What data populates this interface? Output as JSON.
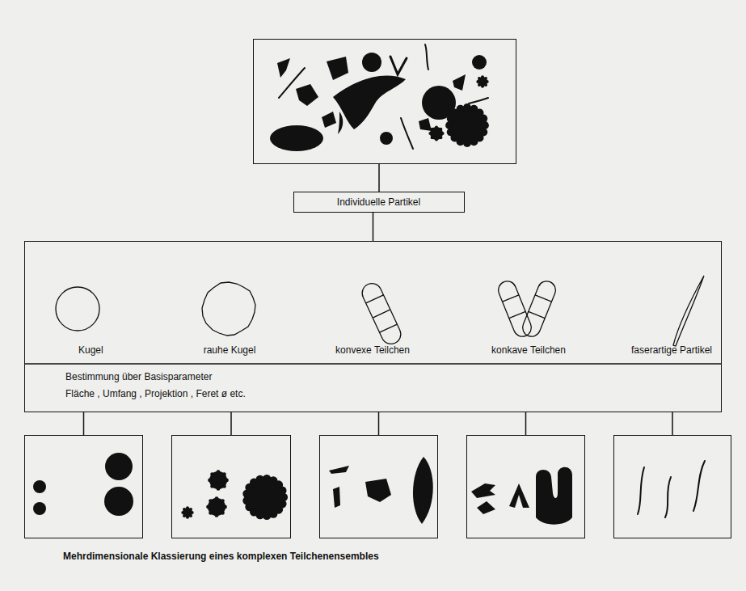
{
  "diagram": {
    "caption": "Mehrdimensionale Klassierung eines komplexen Teilchenensembles",
    "nodes": [
      {
        "text": []
      },
      {
        "text": [
          "Individuelle Partikel"
        ]
      },
      {
        "text": [
          "Kugel",
          "rauhe Kugel",
          "konvexe Teilchen",
          "konkave Teilchen",
          "faserartige Partikel",
          "Bestimmung über Basisparameter",
          "Fläche , Umfang , Projektion , Feret ø etc."
        ]
      },
      {
        "text": []
      },
      {
        "text": []
      },
      {
        "text": []
      },
      {
        "text": []
      },
      {
        "text": []
      }
    ],
    "edges": [
      {
        "from": 0,
        "to": 1,
        "arrow": "none"
      },
      {
        "from": 1,
        "to": 2,
        "arrow": "none"
      },
      {
        "from": 2,
        "to": 3,
        "arrow": "none"
      },
      {
        "from": 2,
        "to": 4,
        "arrow": "none"
      },
      {
        "from": 2,
        "to": 5,
        "arrow": "none"
      },
      {
        "from": 2,
        "to": 6,
        "arrow": "none"
      },
      {
        "from": 2,
        "to": 7,
        "arrow": "none"
      }
    ]
  }
}
